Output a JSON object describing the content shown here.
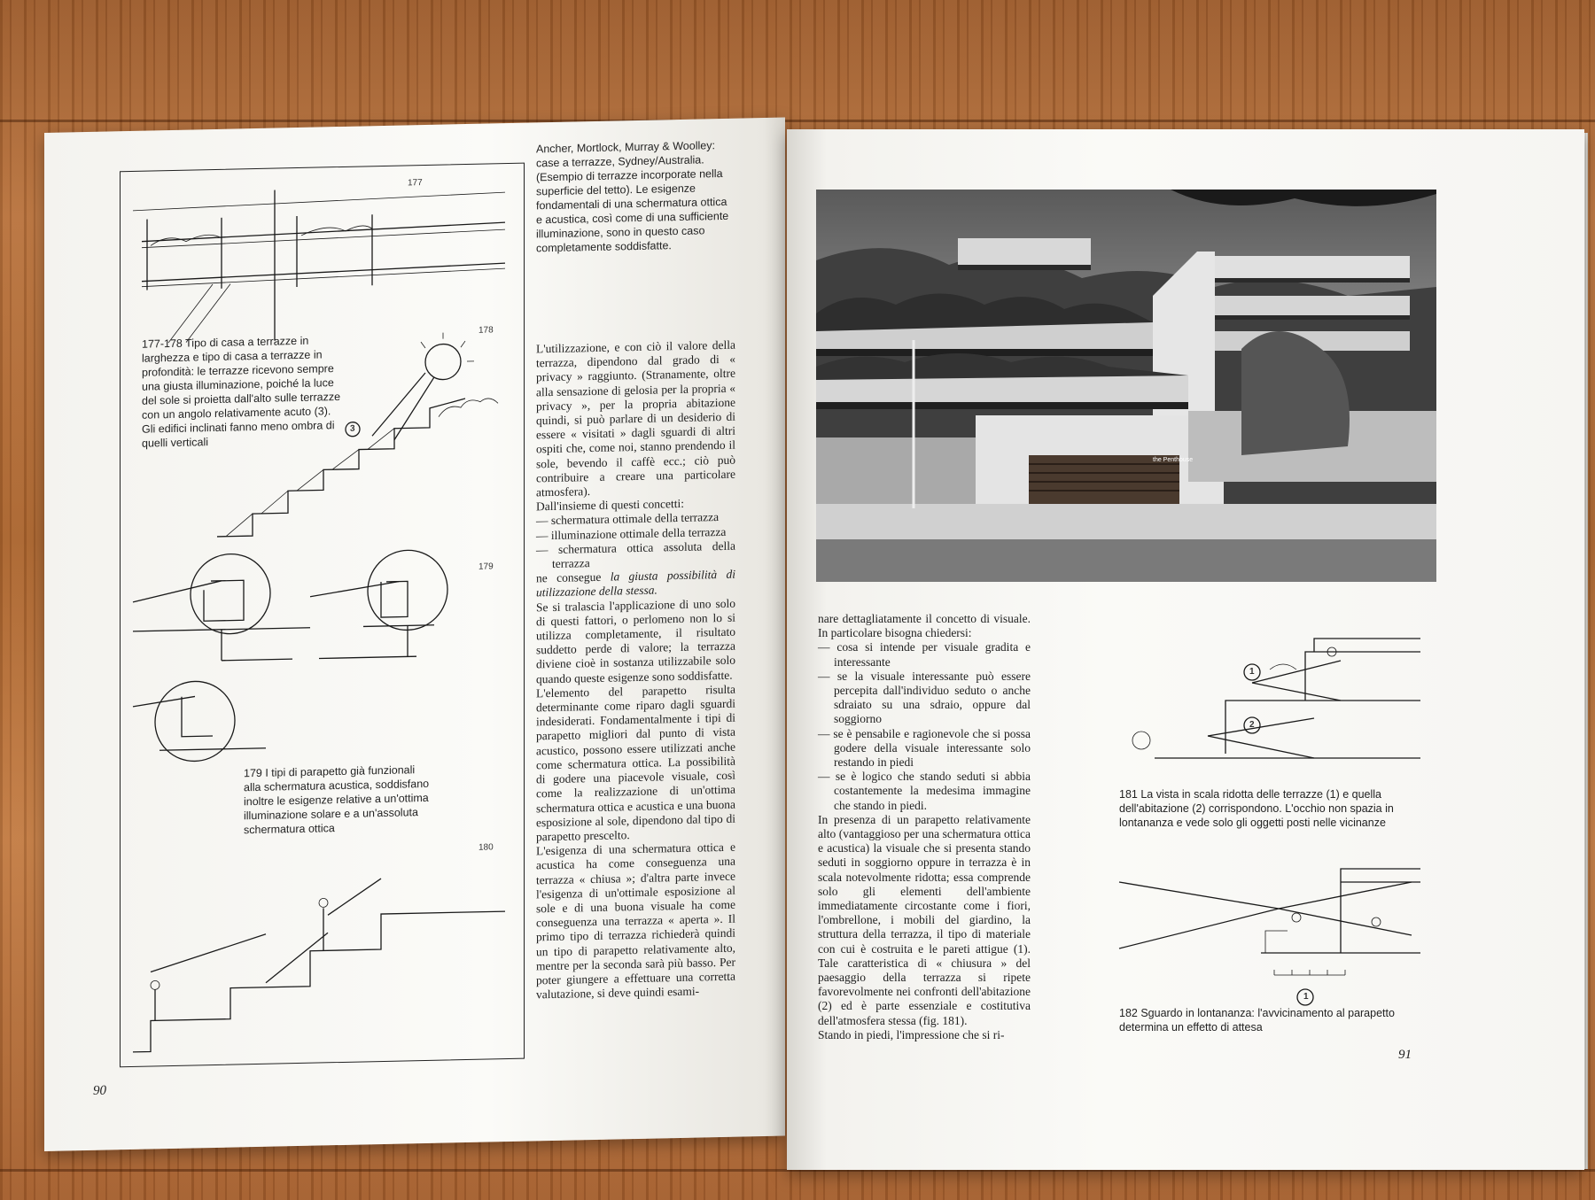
{
  "left_page": {
    "folio": "90",
    "fig177_label": "177",
    "fig178_label": "178",
    "fig179_label": "179",
    "fig180_label": "180",
    "sun_marker": "3",
    "caption_177_178": "177-178 Tipo di casa a terrazze in larghezza e tipo di casa a terrazze in profondità: le terrazze ricevono sempre una giusta illuminazione, poiché la luce del sole si proietta dall'alto sulle terrazze con un angolo relativamente acuto (3). Gli edifici inclinati fanno meno ombra di quelli verticali",
    "caption_179": "179 I tipi di parapetto già funzionali alla schermatura acustica, soddisfano inoltre le esigenze relative a un'ottima illuminazione solare e a un'assoluta schermatura ottica",
    "photo_caption": "Ancher, Mortlock, Murray & Woolley: case a terrazze, Sydney/Australia. (Esempio di terrazze incorporate nella superficie del tetto). Le esigenze fondamentali di una schermatura ottica e acustica, così come di una sufficiente illuminazione, sono in questo caso completamente soddisfatte.",
    "col1_intro": "L'utilizzazione, e con ciò il valore della terrazza, dipendono dal grado di « privacy » raggiunto. (Stranamente, oltre alla sensazione di gelosia per la propria « privacy », per la propria abitazione quindi, si può parlare di un desiderio di essere « visitati » dagli sguardi di altri ospiti che, come noi, stanno prendendo il sole, bevendo il caffè ecc.; ciò può contribuire a creare una particolare atmosfera).",
    "col1_concepts_intro": "Dall'insieme di questi concetti:",
    "col1_list": [
      "schermatura ottimale della terrazza",
      "illuminazione ottimale della terrazza",
      "schermatura ottica assoluta della terrazza"
    ],
    "col1_consegue": "ne consegue",
    "col1_consegue_italic": "la giusta possibilità di utilizzazione della stessa.",
    "col1_p2": "Se si tralascia l'applicazione di uno solo di questi fattori, o perlomeno non lo si utilizza completamente, il risultato suddetto perde di valore; la terrazza diviene cioè in sostanza utilizzabile solo quando queste esigenze sono soddisfatte.",
    "col1_p3": "L'elemento del parapetto risulta determinante come riparo dagli sguardi indesiderati. Fondamentalmente i tipi di parapetto migliori dal punto di vista acustico, possono essere utilizzati anche come schermatura ottica. La possibilità di godere una piacevole visuale, così come la realizzazione di un'ottima schermatura ottica e acustica e una buona esposizione al sole, dipendono dal tipo di parapetto prescelto.",
    "col1_p4": "L'esigenza di una schermatura ottica e acustica ha come conseguenza una terrazza « chiusa »; d'altra parte invece l'esigenza di un'ottimale esposizione al sole e di una buona visuale ha come conseguenza una terrazza « aperta ». Il primo tipo di terrazza richiederà quindi un tipo di parapetto relativamente alto, mentre per la seconda sarà più basso. Per poter giungere a effettuare una corretta valutazione, si deve quindi esami-"
  },
  "right_page": {
    "folio": "91",
    "photo_sign": "the Penthouse",
    "col2_intro": "nare dettagliatamente il concetto di visuale. In particolare bisogna chiedersi:",
    "col2_list": [
      "cosa si intende per visuale gradita e interessante",
      "se la visuale interessante può essere percepita dall'individuo seduto o anche sdraiato su una sdraio, oppure dal soggiorno",
      "se è pensabile e ragionevole che si possa godere della visuale interessante solo restando in piedi",
      "se è logico che stando seduti si abbia costantemente la medesima immagine che stando in piedi."
    ],
    "col2_p2": "In presenza di un parapetto relativamente alto (vantaggioso per una schermatura ottica e acustica) la visuale che si presenta stando seduti in soggiorno oppure in terrazza è in scala notevolmente ridotta; essa comprende solo gli elementi dell'ambiente immediatamente circostante come i fiori, l'ombrellone, i mobili del giardino, la struttura della terrazza, il tipo di materiale con cui è costruita e le pareti attigue (1). Tale caratteristica di « chiusura » del paesaggio della terrazza si ripete favorevolmente nei confronti dell'abitazione (2) ed è parte essenziale e costitutiva dell'atmosfera stessa (fig. 181).",
    "col2_p3": "Stando in piedi, l'impressione che si ri-",
    "caption_181": "181 La vista in scala ridotta delle terrazze (1) e quella dell'abitazione (2) corrispondono. L'occhio non spazia in lontananza e vede solo gli oggetti posti nelle vicinanze",
    "caption_182": "182 Sguardo in lontananza: l'avvicinamento al parapetto determina un effetto di attesa",
    "marker_1": "1",
    "marker_2": "2",
    "marker_182": "1"
  }
}
